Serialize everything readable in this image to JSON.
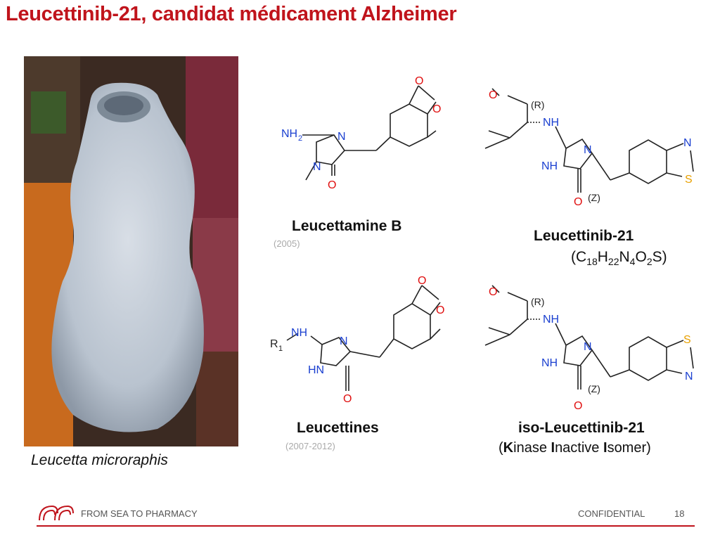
{
  "title": "Leucettinib-21, candidat médicament Alzheimer",
  "photo": {
    "caption": "Leucetta microraphis"
  },
  "compounds": [
    {
      "name": "Leucettamine B",
      "year": "(2005)"
    },
    {
      "name": "Leucettinib-21",
      "formula": {
        "c": "C",
        "c_n": "18",
        "h": "H",
        "h_n": "22",
        "n": "N",
        "n_n": "4",
        "o": "O",
        "o_n": "2",
        "s": "S"
      }
    },
    {
      "name": "Leucettines",
      "year": "(2007-2012)"
    },
    {
      "name": "iso-Leucettinib-21",
      "subtitle": {
        "k": "K",
        "k_rest": "inase ",
        "i": "I",
        "i_rest": "nactive ",
        "i2": "I",
        "i2_rest": "somer"
      }
    }
  ],
  "atoms": {
    "nh2": "NH",
    "nh2_sub": "2",
    "n": "N",
    "o": "O",
    "s": "S",
    "nh": "NH",
    "hn": "HN",
    "r1": "R",
    "r1_sub": "1",
    "stereo_r": "(R)",
    "stereo_z": "(Z)"
  },
  "footer": {
    "org": "FROM SEA TO PHARMACY",
    "confidential": "CONFIDENTIAL",
    "page": "18"
  },
  "colors": {
    "title": "#c0141c",
    "nitrogen": "#1a3fd0",
    "oxygen": "#e01010",
    "sulfur": "#e8a000"
  }
}
